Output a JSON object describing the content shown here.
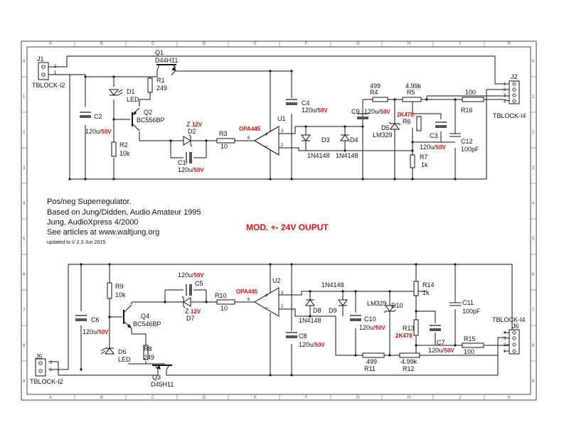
{
  "grid": {
    "cols": [
      "A",
      "B",
      "C",
      "D",
      "E",
      "F",
      "G",
      "H",
      "J",
      "K"
    ],
    "rows": [
      "0",
      "1",
      "2",
      "3",
      "4",
      "5",
      "6",
      "7",
      "8",
      "9"
    ]
  },
  "notes": {
    "line1": "Pos/neg Superregulator.",
    "line2": "Based on Jung/Didden, Audio Amateur 1995",
    "line3": "Jung, AudioXpress 4/2000",
    "line4": "See articles at www.waltjung.org",
    "line5": "updated to V 2.3 Jun 2015"
  },
  "title": "MOD. +- 24V OUPUT",
  "top": {
    "J1": {
      "ref": "J1",
      "name": "TBLOCK-I2",
      "pins": [
        "2",
        "1"
      ]
    },
    "Q1": {
      "ref": "Q1",
      "part": "D44H11"
    },
    "R1": {
      "ref": "R1",
      "value": "249"
    },
    "D1": {
      "ref": "D1",
      "part": "LED"
    },
    "C2": {
      "ref": "C2",
      "value": "120u/",
      "volt": "50V"
    },
    "Q2": {
      "ref": "Q2",
      "part": "BC556BP"
    },
    "R2": {
      "ref": "R2",
      "value": "10k"
    },
    "D2": {
      "ref": "D2",
      "z": "Z",
      "volt": "12V"
    },
    "C1": {
      "ref": "C1",
      "value": "120u/",
      "volt": "50V"
    },
    "R3": {
      "ref": "R3",
      "value": "10"
    },
    "U1": {
      "ref": "U1",
      "part": "OPA445",
      "pins": [
        "3",
        "2",
        "6"
      ]
    },
    "C4": {
      "ref": "C4",
      "value": "120u/",
      "volt": "50V"
    },
    "D3": {
      "ref": "D3",
      "part": "1N4148"
    },
    "D4": {
      "ref": "D4",
      "part": "1N4148"
    },
    "C9": {
      "ref": "C9",
      "value": "120u/",
      "volt": "50V"
    },
    "R4": {
      "ref": "R4",
      "value": "499"
    },
    "R5": {
      "ref": "R5",
      "value": "4.99k"
    },
    "R6": {
      "ref": "R6",
      "value": "2K478"
    },
    "D5": {
      "ref": "D5",
      "part": "LM329"
    },
    "C3": {
      "ref": "C3"
    },
    "C3v": {
      "value": "120u/",
      "volt": "50V"
    },
    "R7": {
      "ref": "R7",
      "value": "1k"
    },
    "C12": {
      "ref": "C12",
      "value": "100pF"
    },
    "R16": {
      "ref": "R16",
      "value": "100"
    },
    "J2": {
      "ref": "J2",
      "name": "TBLOCK-I4",
      "pins": [
        "1",
        "2",
        "3",
        "4"
      ]
    }
  },
  "bottom": {
    "J5": {
      "ref": "J5",
      "name": "TBLOCK-I2",
      "pins": [
        "2",
        "1"
      ]
    },
    "R9": {
      "ref": "R9",
      "value": "10k"
    },
    "C6": {
      "ref": "C6",
      "value": "120u/",
      "volt": "50V"
    },
    "Q4": {
      "ref": "Q4",
      "part": "BC546BP"
    },
    "D6": {
      "ref": "D6",
      "part": "LED"
    },
    "R8": {
      "ref": "R8",
      "value": "249"
    },
    "Q3": {
      "ref": "Q3",
      "part": "D45H11"
    },
    "C5": {
      "ref": "C5",
      "value": "120u/",
      "volt": "50V"
    },
    "D7": {
      "ref": "D7",
      "z": "Z",
      "volt": "12V"
    },
    "R10": {
      "ref": "R10",
      "value": "10"
    },
    "U2": {
      "ref": "U2",
      "part": "OPA445",
      "pins": [
        "3",
        "2",
        "6"
      ]
    },
    "C8": {
      "ref": "C8",
      "value": "120u/",
      "volt": "50V"
    },
    "D8": {
      "ref": "D8",
      "part": "1N4148"
    },
    "D9": {
      "ref": "D9",
      "part": "1N4148"
    },
    "C10": {
      "ref": "C10",
      "value": "120u/",
      "volt": "50V"
    },
    "D10": {
      "ref": "D10",
      "part": "LM329"
    },
    "R14": {
      "ref": "R14",
      "value": "1k"
    },
    "R13": {
      "ref": "R13",
      "value": "2K478"
    },
    "C11": {
      "ref": "C11",
      "value": "100pF"
    },
    "C7": {
      "ref": "C7",
      "value": "120u/",
      "volt": "50V"
    },
    "R15": {
      "ref": "R15",
      "value": "100"
    },
    "R11": {
      "ref": "R11",
      "value": "499"
    },
    "R12": {
      "ref": "R12",
      "value": "4.99k"
    },
    "J6": {
      "ref": "J6",
      "name": "TBLOCK-I4",
      "pins": [
        "4",
        "3",
        "2",
        "1"
      ]
    }
  }
}
